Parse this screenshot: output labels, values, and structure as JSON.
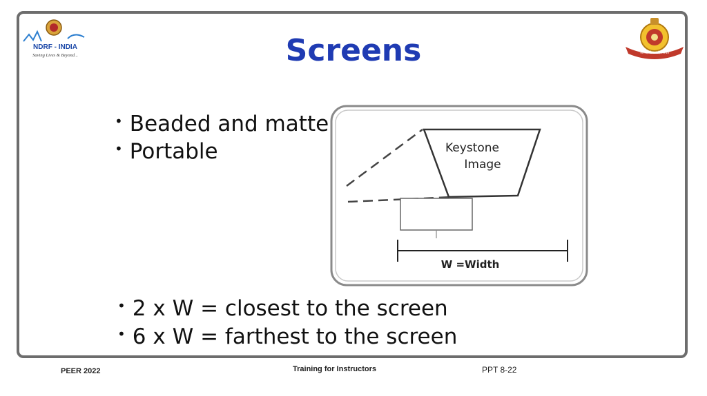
{
  "slide": {
    "title": "Screens",
    "top_bullets": [
      "Beaded and matte",
      "Portable"
    ],
    "bottom_bullets": [
      "2 x W = closest to the screen",
      "6 x W = farthest to the screen"
    ]
  },
  "logos": {
    "left_text": "NDRF - INDIA",
    "left_tagline": "Saving Lives & Beyond...",
    "right_banner_text": "आपदा सेवा सदैव सर्वत्र"
  },
  "diagram": {
    "keystone_label_line1": "Keystone",
    "keystone_label_line2": "Image",
    "width_label": "W =Width"
  },
  "footer": {
    "left": "PEER 2022",
    "center": "Training for Instructors",
    "right": "PPT 8-22"
  },
  "colors": {
    "title": "#1f3bb3",
    "frame": "#6d6d6d"
  }
}
